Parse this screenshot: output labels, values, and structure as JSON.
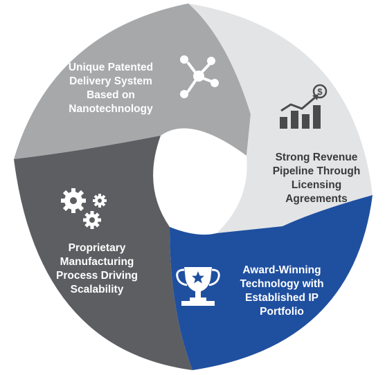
{
  "cycle": {
    "segments": [
      {
        "id": "nanotech",
        "label": "Unique Patented\nDelivery System\nBased on\nNanotechnology",
        "color": "#a7a8aa",
        "icon": "molecule-icon"
      },
      {
        "id": "revenue",
        "label": "Strong Revenue\nPipeline Through\nLicensing\nAgreements",
        "color": "#e3e4e6",
        "icon": "bar-chart-dollar-icon"
      },
      {
        "id": "ip",
        "label": "Award-Winning\nTechnology with\nEstablished IP\nPortfolio",
        "color": "#1f4f9f",
        "icon": "trophy-star-icon"
      },
      {
        "id": "manufacturing",
        "label": "Proprietary\nManufacturing\nProcess Driving\nScalability",
        "color": "#5c5e61",
        "icon": "gears-icon"
      }
    ]
  }
}
